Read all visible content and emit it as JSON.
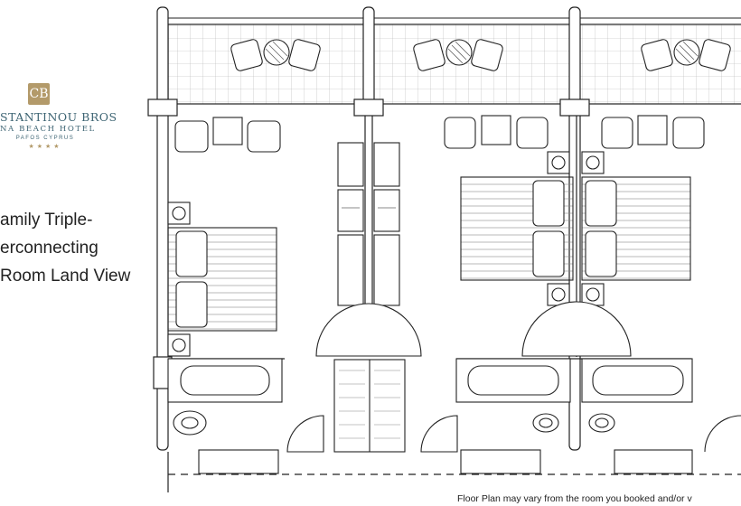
{
  "brand": {
    "name_line1": "STANTINOU BROS",
    "name_line2": "NA BEACH HOTEL",
    "location": "PAFOS CYPRUS",
    "stars": "★★★★",
    "emblem_color": "#b39a6a",
    "text_color": "#3d6473"
  },
  "room_title_lines": [
    "amily Triple-",
    "erconnecting",
    "Room Land View"
  ],
  "footnote": "Floor Plan may vary from the room you booked and/or v",
  "colors": {
    "line": "#222222",
    "grid": "#9a9a9a",
    "background": "#ffffff"
  }
}
